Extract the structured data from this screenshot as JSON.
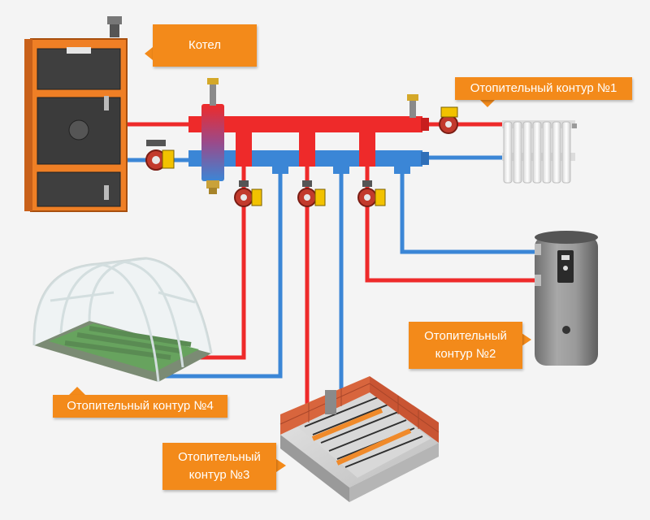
{
  "labels": {
    "boiler": "Котел",
    "circuit1": "Отопительный контур №1",
    "circuit2_line1": "Отопительный",
    "circuit2_line2": "контур №2",
    "circuit3_line1": "Отопительный",
    "circuit3_line2": "контур №3",
    "circuit4": "Отопительный контур №4"
  },
  "colors": {
    "callout": "#f38a1a",
    "supply_pipe": "#ee2a2a",
    "return_pipe": "#3b86d6",
    "boiler_body": "#ef7f25",
    "pump_body": "#c23a2c",
    "pump_box": "#f2c200",
    "tank_body": "#8c8c8c"
  },
  "icons": {
    "boiler": "solid-fuel-boiler-icon",
    "radiator": "radiator-icon",
    "water_heater": "boiler-tank-icon",
    "underfloor": "underfloor-heating-icon",
    "greenhouse": "greenhouse-icon",
    "pump": "circulation-pump-icon",
    "air_vent": "air-vent-icon",
    "hydraulic_separator": "hydraulic-separator-icon"
  }
}
